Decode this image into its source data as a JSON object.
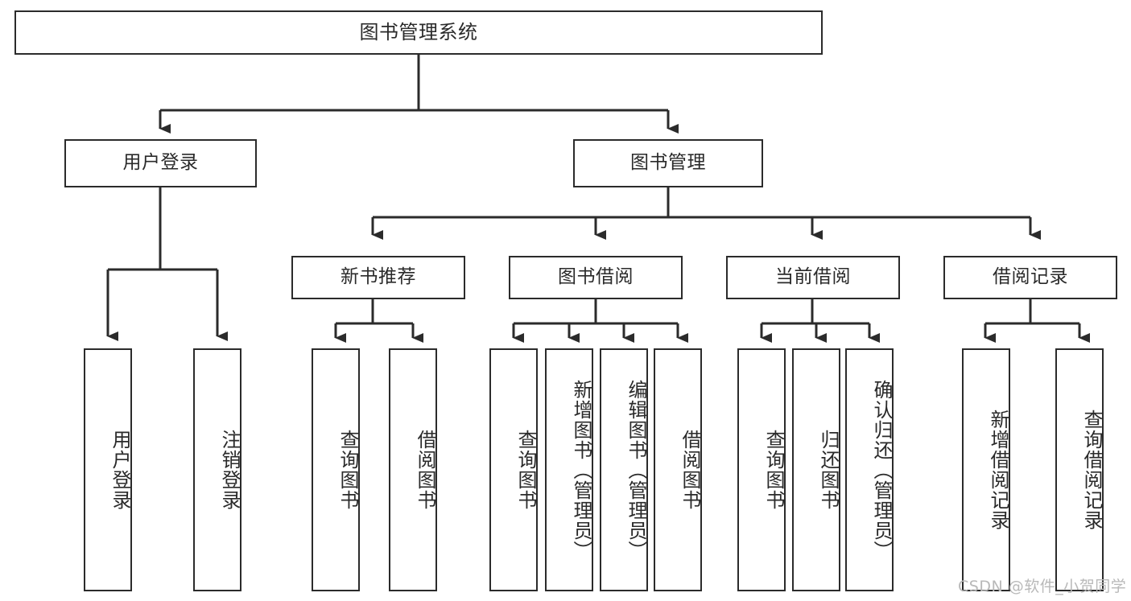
{
  "diagram": {
    "title": "图书管理系统",
    "type": "tree-hierarchy-diagram",
    "colors": {
      "stroke": "#2b2b2b",
      "fill": "#ffffff",
      "text": "#2a2a2a",
      "watermark": "#b9b9b9"
    },
    "nodes": {
      "root": {
        "label": "图书管理系统"
      },
      "level2": [
        {
          "id": "user-login",
          "label": "用户登录"
        },
        {
          "id": "book-management",
          "label": "图书管理"
        }
      ],
      "level3": [
        {
          "id": "new-book-recommend",
          "label": "新书推荐"
        },
        {
          "id": "book-borrow",
          "label": "图书借阅"
        },
        {
          "id": "current-borrow",
          "label": "当前借阅"
        },
        {
          "id": "borrow-record",
          "label": "借阅记录"
        }
      ],
      "leaves": {
        "user_login": [
          {
            "id": "leaf-user-login",
            "label": "用户登录"
          },
          {
            "id": "leaf-logout-login",
            "label": "注销登录"
          }
        ],
        "new_book_recommend": [
          {
            "id": "leaf-query-book-1",
            "label": "查询图书"
          },
          {
            "id": "leaf-borrow-book-1",
            "label": "借阅图书"
          }
        ],
        "book_borrow": [
          {
            "id": "leaf-query-book-2",
            "label": "查询图书"
          },
          {
            "id": "leaf-add-book",
            "label": "新增图书（管理员）"
          },
          {
            "id": "leaf-edit-book",
            "label": "编辑图书（管理员）"
          },
          {
            "id": "leaf-borrow-book-2",
            "label": "借阅图书"
          }
        ],
        "current_borrow": [
          {
            "id": "leaf-query-book-3",
            "label": "查询图书"
          },
          {
            "id": "leaf-return-book",
            "label": "归还图书"
          },
          {
            "id": "leaf-confirm-return",
            "label": "确认归还（管理员）"
          }
        ],
        "borrow_record": [
          {
            "id": "leaf-add-borrow-record",
            "label": "新增借阅记录"
          },
          {
            "id": "leaf-query-borrow-record",
            "label": "查询借阅记录"
          }
        ]
      }
    }
  },
  "watermark": {
    "text": "CSDN @软件_小贺同学"
  }
}
